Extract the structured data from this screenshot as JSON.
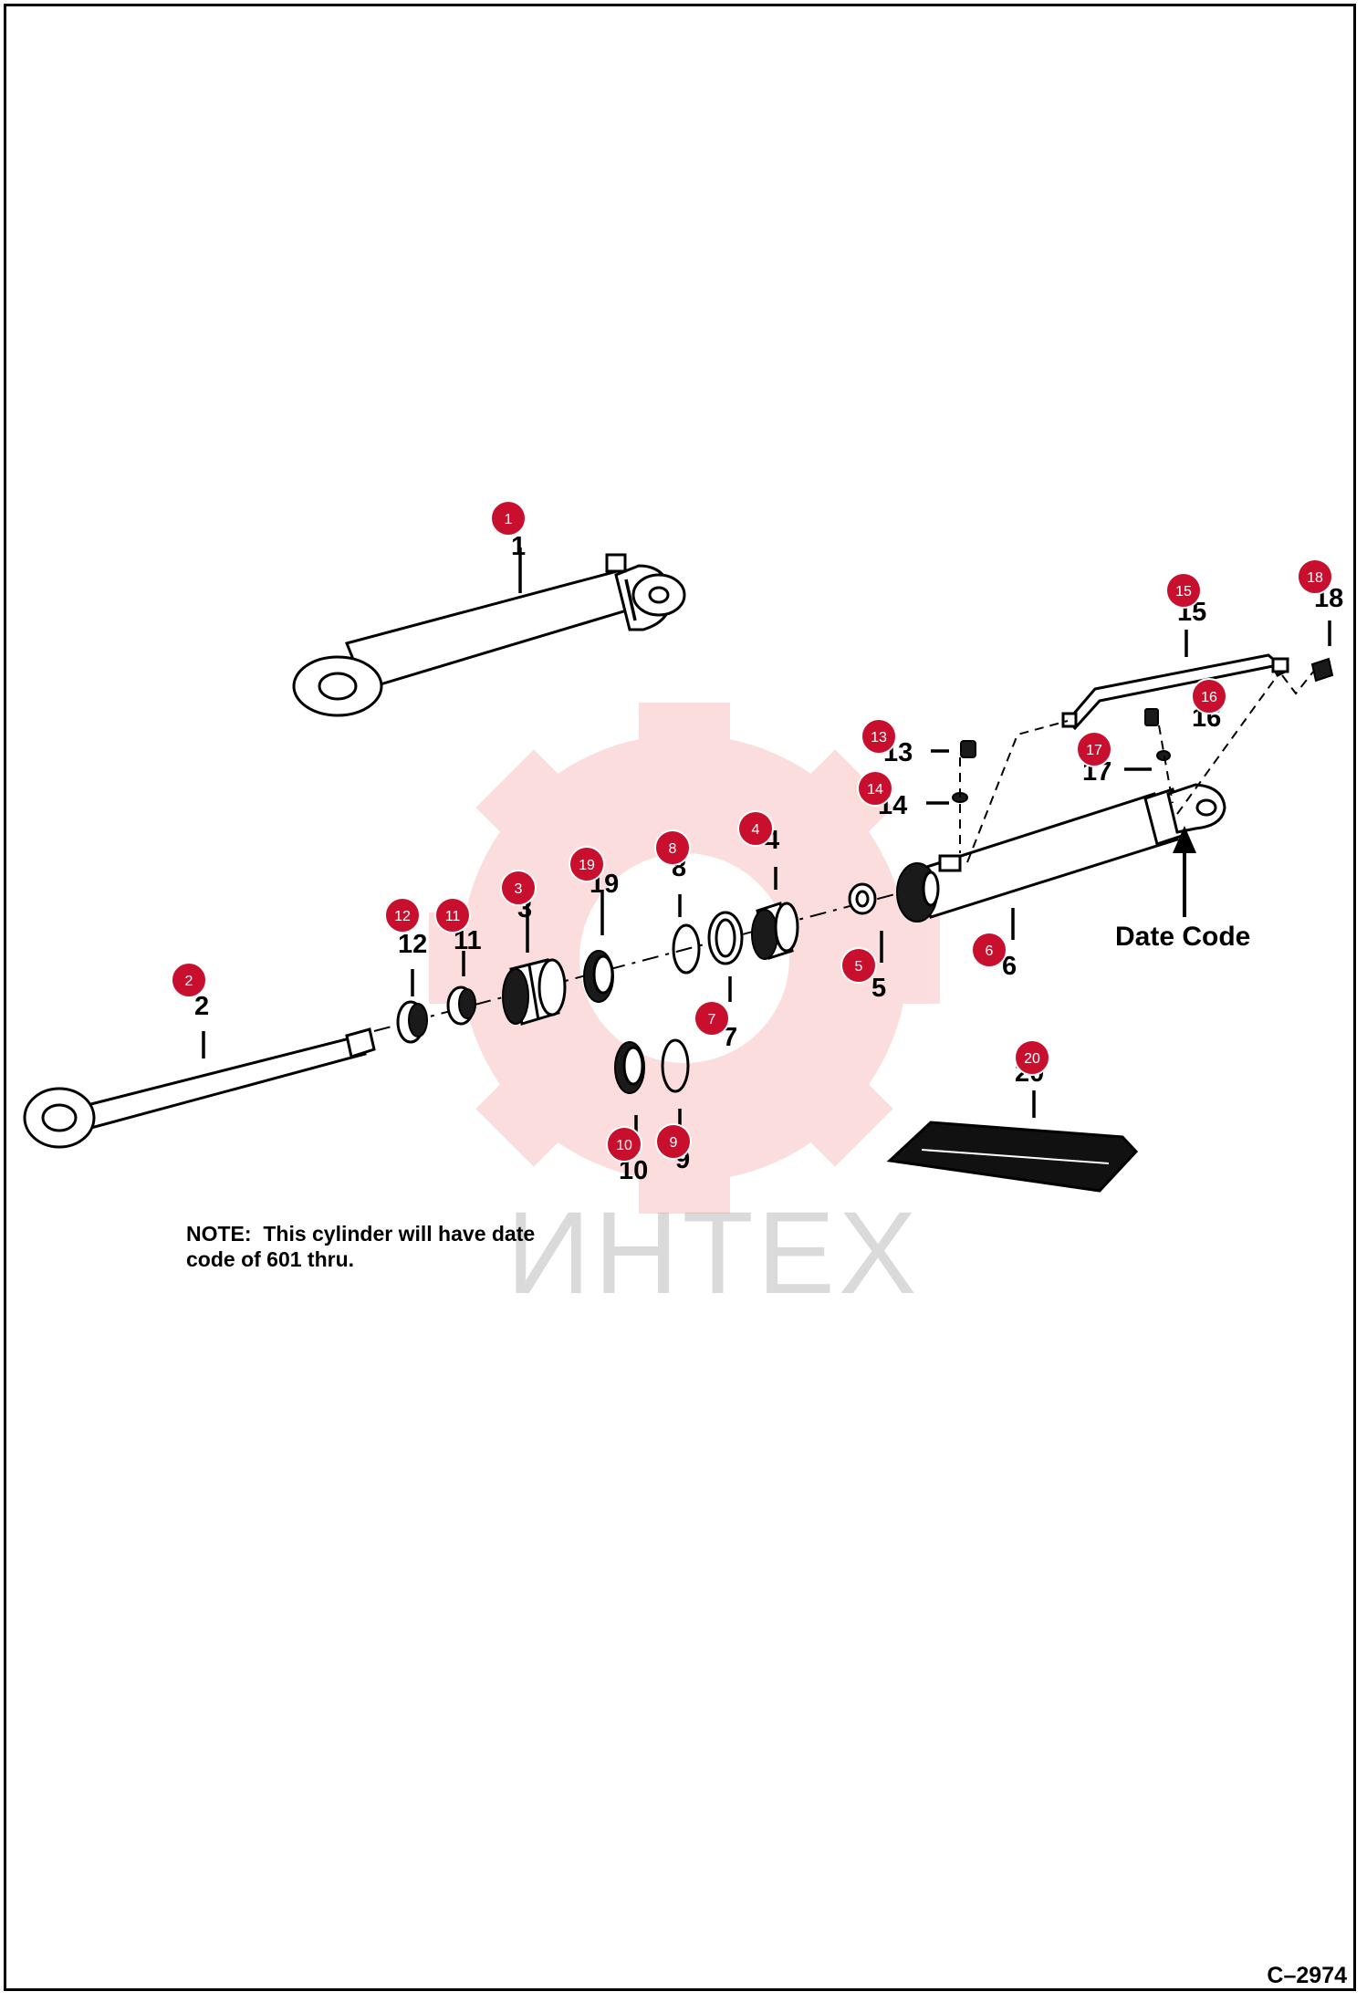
{
  "diagram": {
    "figure_id": "C–2974",
    "note_heading": "NOTE:",
    "note_text": "This cylinder will have date code of 601 thru.",
    "date_code_label": "Date Code",
    "watermark_text": "ИНТЕХ",
    "callouts": [
      {
        "id": "1",
        "printed": "1",
        "part": "cylinder-assembly"
      },
      {
        "id": "2",
        "printed": "2",
        "part": "rod"
      },
      {
        "id": "3",
        "printed": "3",
        "part": "piston"
      },
      {
        "id": "4",
        "printed": "4",
        "part": "head"
      },
      {
        "id": "5",
        "printed": "5",
        "part": "nut"
      },
      {
        "id": "6",
        "printed": "6",
        "part": "barrel"
      },
      {
        "id": "7",
        "printed": "7",
        "part": "seal"
      },
      {
        "id": "8",
        "printed": "8",
        "part": "o-ring"
      },
      {
        "id": "9",
        "printed": "9",
        "part": "o-ring"
      },
      {
        "id": "10",
        "printed": "10",
        "part": "seal"
      },
      {
        "id": "11",
        "printed": "11",
        "part": "wiper"
      },
      {
        "id": "12",
        "printed": "12",
        "part": "seal"
      },
      {
        "id": "13",
        "printed": "13",
        "part": "fitting"
      },
      {
        "id": "14",
        "printed": "14",
        "part": "o-ring"
      },
      {
        "id": "15",
        "printed": "15",
        "part": "tube"
      },
      {
        "id": "16",
        "printed": "16",
        "part": "fitting"
      },
      {
        "id": "17",
        "printed": "17",
        "part": "o-ring"
      },
      {
        "id": "18",
        "printed": "18",
        "part": "plug"
      },
      {
        "id": "19",
        "printed": "19",
        "part": "ring"
      },
      {
        "id": "20",
        "printed": "20",
        "part": "seal-kit"
      }
    ],
    "colors": {
      "badge": "#c8102e",
      "watermark": "#f4b8b8",
      "line": "#000000"
    }
  }
}
